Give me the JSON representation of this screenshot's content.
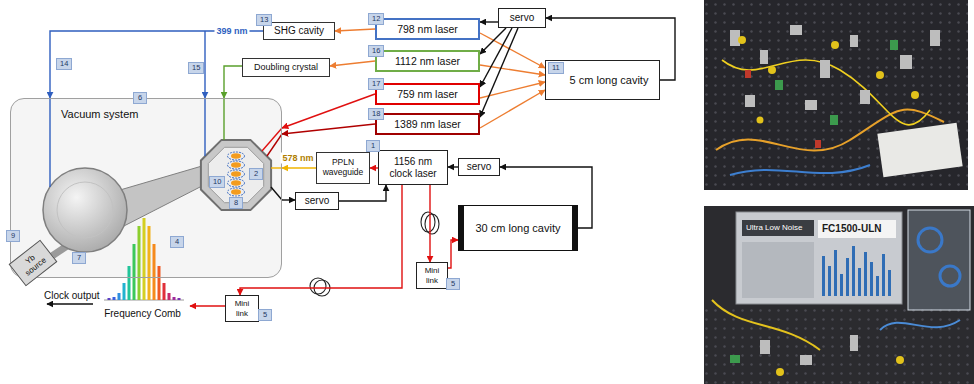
{
  "diagram": {
    "nodes": [
      {
        "text": [
          "SHG cavity"
        ]
      },
      {
        "text": [
          "798 nm laser"
        ]
      },
      {
        "text": [
          "servo"
        ]
      },
      {
        "text": [
          "Doubling crystal"
        ]
      },
      {
        "text": [
          "1112 nm laser"
        ]
      },
      {
        "text": [
          "5 cm long cavity"
        ]
      },
      {
        "text": [
          "759 nm laser"
        ]
      },
      {
        "text": [
          "1389 nm laser"
        ]
      },
      {
        "text": [
          "Vacuum system"
        ]
      },
      {
        "text": [
          "Yb source"
        ],
        "in": 8
      },
      {
        "text": [
          "PPLN waveguide"
        ]
      },
      {
        "text": [
          "1156 nm clock laser"
        ]
      },
      {
        "text": [
          "servo"
        ]
      },
      {
        "text": [
          "servo"
        ]
      },
      {
        "text": [
          "Frequency Comb"
        ]
      },
      {
        "text": [
          "Mini link"
        ]
      },
      {
        "text": [
          "30 cm long cavity"
        ]
      },
      {
        "text": [
          "Mini link"
        ]
      }
    ],
    "edges": [
      {
        "from": 1,
        "to": 0,
        "arrow": "to"
      },
      {
        "from": 0,
        "to": 8,
        "label": "399 nm",
        "arrow": "to"
      },
      {
        "from": 4,
        "to": 3,
        "arrow": "to"
      },
      {
        "from": 3,
        "to": 8,
        "arrow": "to"
      },
      {
        "from": 6,
        "to": 8,
        "arrow": "to"
      },
      {
        "from": 7,
        "to": 8,
        "arrow": "to"
      },
      {
        "from": 1,
        "to": 5,
        "arrow": "to"
      },
      {
        "from": 4,
        "to": 5,
        "arrow": "to"
      },
      {
        "from": 6,
        "to": 5,
        "arrow": "to"
      },
      {
        "from": 7,
        "to": 5,
        "arrow": "to"
      },
      {
        "from": 2,
        "to": 1,
        "arrow": "to"
      },
      {
        "from": 2,
        "to": 4,
        "arrow": "to"
      },
      {
        "from": 2,
        "to": 6,
        "arrow": "to"
      },
      {
        "from": 2,
        "to": 7,
        "arrow": "to"
      },
      {
        "from": 5,
        "to": 2,
        "arrow": "to"
      },
      {
        "from": 11,
        "to": 10,
        "arrow": "to"
      },
      {
        "from": 10,
        "to": 8,
        "label": "578 nm",
        "arrow": "to"
      },
      {
        "from": 8,
        "to": 12,
        "arrow": "to"
      },
      {
        "from": 12,
        "to": 11,
        "arrow": "to"
      },
      {
        "from": 11,
        "to": 15,
        "arrow": "to"
      },
      {
        "from": 15,
        "to": 14,
        "arrow": "to"
      },
      {
        "from": 11,
        "to": 17,
        "arrow": "to"
      },
      {
        "from": 17,
        "to": 16,
        "arrow": "to"
      },
      {
        "from": 16,
        "to": 13,
        "arrow": "to"
      },
      {
        "from": 13,
        "to": 11,
        "arrow": "to"
      }
    ],
    "labels": [
      "13",
      "12",
      "16",
      "14",
      "15",
      "11",
      "17",
      "6",
      "18",
      "1",
      "2",
      "10",
      "8",
      "9",
      "4",
      "7",
      "5",
      "Clock output",
      "5",
      "Ultra Low Noise",
      "FC1500-ULN"
    ]
  }
}
